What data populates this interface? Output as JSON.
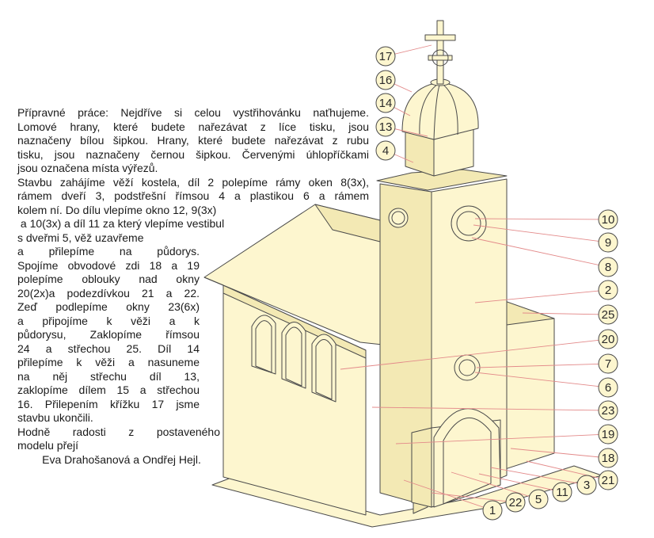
{
  "instructions": {
    "lines": [
      "Přípravné práce: Nejdříve si celou vystřihovánku naťhujeme.",
      "Lomové hrany, které budete nařezávat z líce tisku, jsou",
      "naznačeny bílou šipkou. Hrany, které budete nařezávat z rubu",
      "tisku, jsou naznačeny černou šipkou. Červenými úhlopříčkami",
      "jsou označena místa výřezů.",
      "Stavbu zahájíme věží kostela, díl 2 polepíme rámy oken 8(3x),",
      "rámem dveří 3, podstřešní římsou 4 a plastikou 6 a rámem",
      "kolem ní. Do dílu vlepíme okno 12, 9(3x)",
      " a 10(3x) a díl 11 za který vlepíme vestibul",
      "s dveřmi 5, věž uzavřeme",
      "a přilepíme na půdorys.",
      "Spojíme obvodové zdi 18 a 19",
      "polepíme oblouky nad okny",
      "20(2x)a podezdívkou 21 a 22.",
      "Zeď podlepíme okny 23(6x)",
      "a připojíme k věži a k",
      "půdorysu, Zaklopíme římsou",
      "24 a střechou 25. Díl 14",
      "přilepíme k věži a nasuneme",
      "na něj střechu díl 13,",
      "zaklopíme dílem 15 a střechou",
      "16. Přilepením křížku 17 jsme",
      "stavbu ukončili.",
      "Hodně radosti z postaveného",
      "modelu přejí",
      "        Eva Drahošanová a Ondřej Hejl."
    ]
  },
  "callouts": [
    {
      "id": "17",
      "label": "17"
    },
    {
      "id": "16",
      "label": "16"
    },
    {
      "id": "14",
      "label": "14"
    },
    {
      "id": "13",
      "label": "13"
    },
    {
      "id": "4",
      "label": "4"
    },
    {
      "id": "10",
      "label": "10"
    },
    {
      "id": "9",
      "label": "9"
    },
    {
      "id": "8",
      "label": "8"
    },
    {
      "id": "2",
      "label": "2"
    },
    {
      "id": "25",
      "label": "25"
    },
    {
      "id": "20",
      "label": "20"
    },
    {
      "id": "7",
      "label": "7"
    },
    {
      "id": "6",
      "label": "6"
    },
    {
      "id": "23",
      "label": "23"
    },
    {
      "id": "19",
      "label": "19"
    },
    {
      "id": "18",
      "label": "18"
    },
    {
      "id": "21",
      "label": "21"
    },
    {
      "id": "3",
      "label": "3"
    },
    {
      "id": "11",
      "label": "11"
    },
    {
      "id": "5",
      "label": "5"
    },
    {
      "id": "22",
      "label": "22"
    },
    {
      "id": "1",
      "label": "1"
    }
  ],
  "colors": {
    "wall": "#fdf6cf",
    "wall_shade": "#f3e9b4",
    "callout_fill": "#fdf6cf",
    "outline": "#4a4a4a",
    "leader": "#e38a8a"
  }
}
